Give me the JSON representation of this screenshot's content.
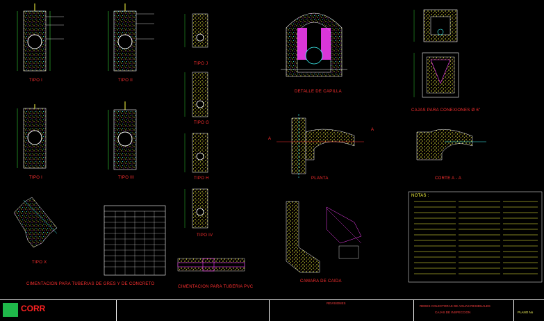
{
  "drawing": {
    "labels": {
      "tipo1a": "TIPO I",
      "tipo2a": "TIPO II",
      "tipoJ": "TIPO J",
      "tipo1b": "TIPO I",
      "tipo3": "TIPO III",
      "tipoG": "TIPO G",
      "tipoH": "TIPO H",
      "tipoIV": "TIPO IV",
      "tipoX": "TIPO X",
      "detalle": "DETALLE DE CAPILLA",
      "caja": "CAJAS PARA CONEXIONES Ø 6\"",
      "planta": "PLANTA",
      "corte": "CORTE A - A",
      "notas": "NOTAS :",
      "cimentacion1": "CIMENTACION PARA TUBERIAS DE GRES Y DE CONCRETO",
      "cimentacion2": "CIMENTACION PARA TUBERIA PVC",
      "camara": "CAMARA DE CAIDA",
      "marker_a1": "A",
      "marker_a2": "A"
    }
  },
  "title_block": {
    "logo_text": "CORR",
    "revisiones": "REVISIONES",
    "project_line1": "REDES COLECTORAS DE AGUAS RESIDUALES",
    "project_line2": "CAJAS DE INSPECCION",
    "sheet": "PLANO No"
  }
}
